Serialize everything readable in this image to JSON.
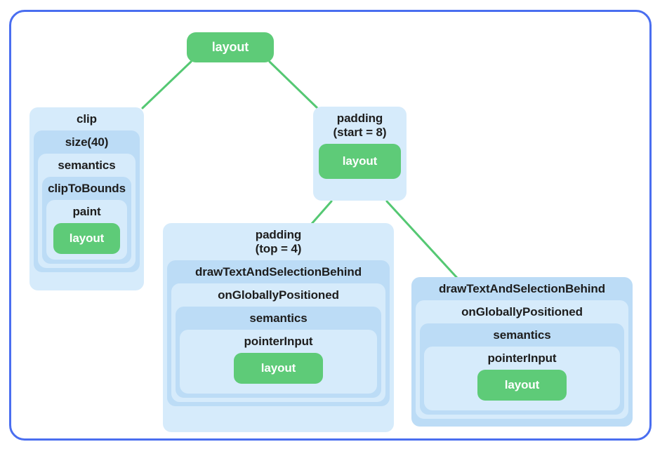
{
  "diagram": {
    "type": "modifier-tree",
    "colors": {
      "frame_border": "#4a6ef0",
      "modifier_fill_light": "#d6ebfb",
      "modifier_fill_dark": "#bcdcf6",
      "layout_node_fill": "#5ecb78",
      "edge_stroke": "#55c873",
      "text": "#1d1d1d",
      "layout_text": "#ffffff",
      "background": "#ffffff"
    },
    "root": {
      "label": "layout"
    },
    "branches": {
      "clip": {
        "chain": [
          "clip",
          "size(40)",
          "semantics",
          "clipToBounds",
          "paint"
        ],
        "leaf": "layout"
      },
      "padding_start": {
        "label": "padding\n(start = 8)",
        "label_line1": "padding",
        "label_line2": "(start = 8)",
        "leaf": "layout"
      },
      "padding_top": {
        "label": "padding\n(top = 4)",
        "label_line1": "padding",
        "label_line2": "(top = 4)",
        "chain": [
          "drawTextAndSelectionBehind",
          "onGloballyPositioned",
          "semantics",
          "pointerInput"
        ],
        "leaf": "layout"
      },
      "text_right": {
        "chain": [
          "drawTextAndSelectionBehind",
          "onGloballyPositioned",
          "semantics",
          "pointerInput"
        ],
        "leaf": "layout"
      }
    },
    "edges": [
      {
        "from": "root",
        "to": "clip"
      },
      {
        "from": "root",
        "to": "padding_start"
      },
      {
        "from": "padding_start_leaf",
        "to": "padding_top"
      },
      {
        "from": "padding_start_leaf",
        "to": "text_right"
      }
    ]
  }
}
